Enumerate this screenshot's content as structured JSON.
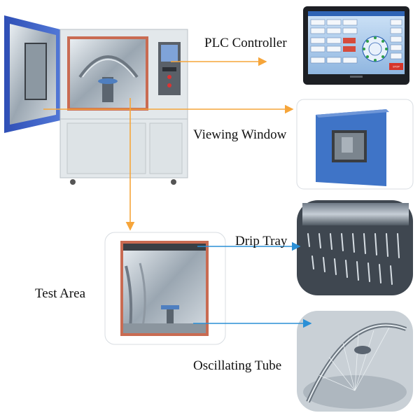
{
  "labels": {
    "plc_controller": "PLC Controller",
    "viewing_window": "Viewing Window",
    "drip_tray": "Drip Tray",
    "test_area": "Test Area",
    "oscillating_tube": "Oscillating Tube"
  },
  "plc_screen": {
    "stop_button": "STOP"
  },
  "colors": {
    "orange_arrow": "#f6a53a",
    "blue_arrow": "#2a8fd6",
    "cabinet": "#e6eaec",
    "door_blue": "#3b63c9",
    "panel_blue": "#3f74c7",
    "steel": "#b7c0c8"
  }
}
